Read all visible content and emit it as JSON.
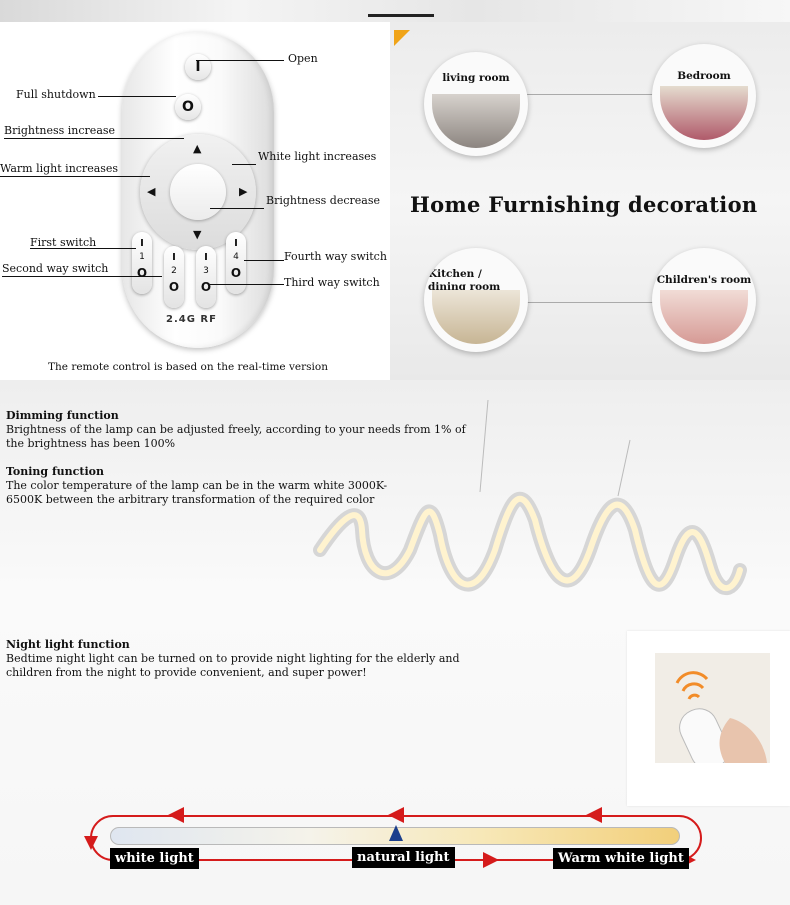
{
  "remote": {
    "labels": {
      "open": "Open",
      "full_shutdown": "Full shutdown",
      "brightness_increase": "Brightness increase",
      "warm_light_increases": "Warm light increases",
      "white_light_increases": "White light increases",
      "brightness_decrease": "Brightness decrease",
      "first_switch": "First switch",
      "second_way_switch": "Second way switch",
      "fourth_way_switch": "Fourth way switch",
      "third_way_switch": "Third way switch"
    },
    "button_glyphs": {
      "on": "I",
      "off": "O"
    },
    "keys": [
      "1",
      "2",
      "3",
      "4"
    ],
    "rf": "2.4G RF",
    "caption": "The remote control is based on the real-time version"
  },
  "rooms": {
    "title": "Home Furnishing decoration",
    "items": [
      {
        "label": "living room"
      },
      {
        "label": "Bedroom"
      },
      {
        "label": "Kitchen / dining room"
      },
      {
        "label": "Children's room"
      }
    ]
  },
  "features": {
    "dimming": {
      "head": "Dimming function",
      "body": "Brightness of the lamp can be adjusted freely, according to your needs from 1% of the brightness has been 100%"
    },
    "toning": {
      "head": "Toning function",
      "body": "The color temperature of the lamp can be in the warm white 3000K-6500K between the arbitrary transformation of the required color"
    },
    "night": {
      "head": "Night light function",
      "body": "Bedtime night light can be turned on to provide night lighting for the elderly and children from the night to provide convenient, and super power!"
    }
  },
  "temperature": {
    "white": "white light",
    "natural": "natural light",
    "warm": "Warm white light"
  },
  "colors": {
    "accent_orange": "#f0a418",
    "arrow_red": "#d51b1b",
    "marker_blue": "#1c3f8c"
  }
}
